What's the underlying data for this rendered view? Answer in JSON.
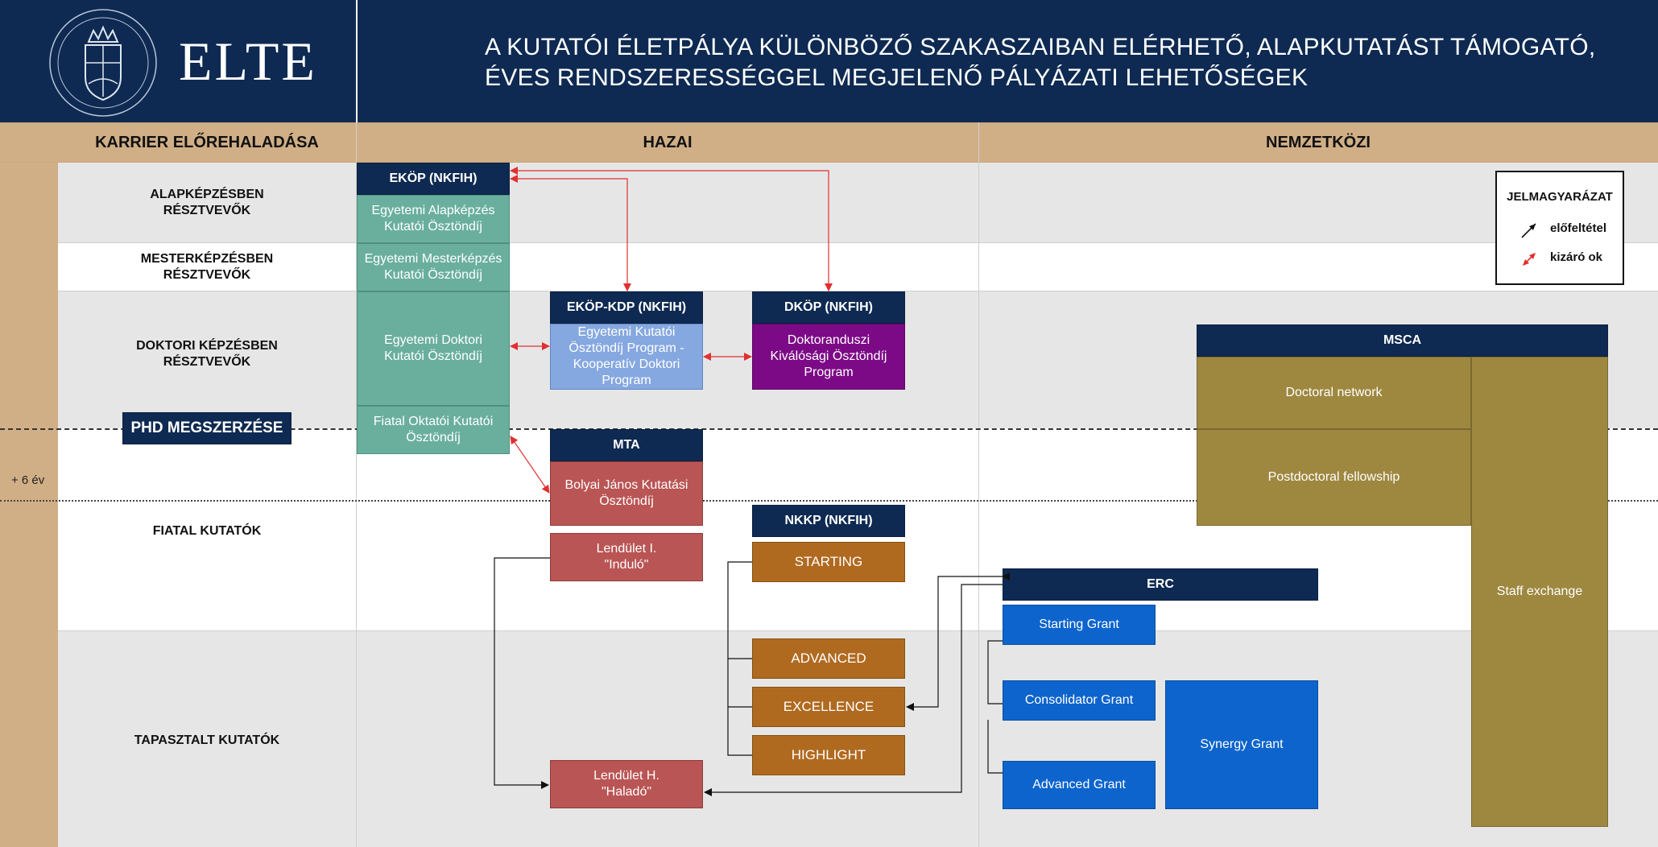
{
  "header": {
    "logo_text": "ELTE",
    "title_line1": "A KUTATÓI ÉLETPÁLYA KÜLÖNBÖZŐ SZAKASZAIBAN ELÉRHETŐ, ALAPKUTATÁST TÁMOGATÓ,",
    "title_line2": "ÉVES RENDSZERESSÉGGEL MEGJELENŐ PÁLYÁZATI LEHETŐSÉGEK"
  },
  "columns": {
    "career": "KARRIER ELŐREHALADÁSA",
    "domestic": "HAZAI",
    "international": "NEMZETKÖZI"
  },
  "rows": {
    "bachelor": [
      "ALAPKÉPZÉSBEN",
      "RÉSZTVEVŐK"
    ],
    "master": [
      "MESTERKÉPZÉSBEN",
      "RÉSZTVEVŐK"
    ],
    "doctoral": [
      "DOKTORI KÉPZÉSBEN",
      "RÉSZTVEVŐK"
    ],
    "young": "FIATAL KUTATÓK",
    "experienced": "TAPASZTALT KUTATÓK"
  },
  "markers": {
    "phd": "PHD MEGSZERZÉSE",
    "plus_years": "+ 6 év"
  },
  "legend": {
    "title": "JELMAGYARÁZAT",
    "prerequisite": "előfeltétel",
    "exclusive": "kizáró ok"
  },
  "colors": {
    "navy": "#0e2a52",
    "tan": "#d1af86",
    "teal": "#6aaf9e",
    "light_blue": "#86a8e0",
    "purple": "#7c0a86",
    "red": "#b95554",
    "brown": "#b06a20",
    "olive": "#9e8840",
    "erc_blue": "#0d64cc",
    "exclusive_arrow": "#e03030"
  },
  "boxes": {
    "ekop_head": "EKÖP (NKFIH)",
    "ekop_bsc": "Egyetemi Alapképzés Kutatói Ösztöndíj",
    "ekop_msc": "Egyetemi Mesterképzés Kutatói Ösztöndíj",
    "ekop_phd": "Egyetemi Doktori Kutatói Ösztöndíj",
    "ekop_young": "Fiatal Oktatói Kutatói Ösztöndíj",
    "kdp_head": "EKÖP-KDP (NKFIH)",
    "kdp_body": "Egyetemi Kutatói Ösztöndíj Program - Kooperatív Doktori Program",
    "dkop_head": "DKÖP (NKFIH)",
    "dkop_body": "Doktoranduszi Kiválósági Ösztöndíj Program",
    "mta_head": "MTA",
    "bolyai": "Bolyai János Kutatási Ösztöndíj",
    "lendulet1": [
      "Lendület I.",
      "\"Induló\""
    ],
    "lendulet2": [
      "Lendület H.",
      "\"Haladó\""
    ],
    "nkkp_head": "NKKP (NKFIH)",
    "starting": "STARTING",
    "advanced": "ADVANCED",
    "excellence": "EXCELLENCE",
    "highlight": "HIGHLIGHT",
    "erc_head": "ERC",
    "erc_starting": "Starting Grant",
    "erc_consolidator": "Consolidator Grant",
    "erc_advanced": "Advanced Grant",
    "erc_synergy": "Synergy Grant",
    "msca_head": "MSCA",
    "msca_doctoral": "Doctoral network",
    "msca_postdoc": "Postdoctoral fellowship",
    "msca_staff": "Staff exchange"
  }
}
